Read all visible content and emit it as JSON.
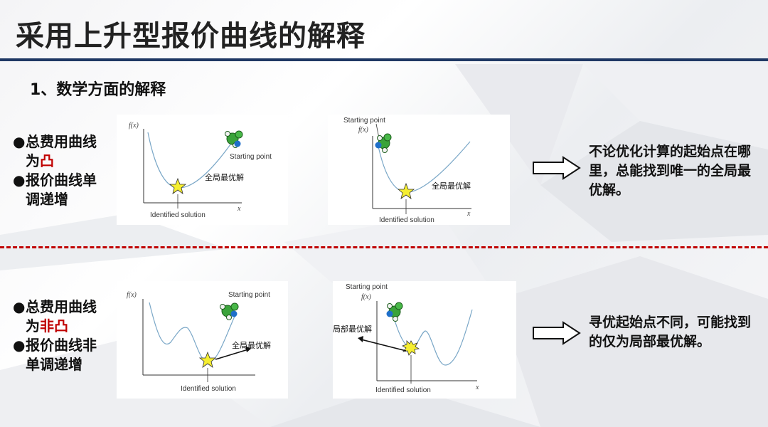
{
  "title": "采用上升型报价曲线的解释",
  "subtitle": "1、数学方面的解释",
  "colors": {
    "accent_red": "#c00000",
    "title_rule": "#1f3864",
    "curve": "#7aa7c7"
  },
  "section_top": {
    "bullets": [
      {
        "prefix": "总费用曲线为",
        "highlight": "凸"
      },
      {
        "prefix": "报价曲线单调递增",
        "highlight": ""
      }
    ],
    "panel_left": {
      "axis_y": "f(x)",
      "axis_x": "x",
      "starting_point": "Starting point",
      "global_opt": "全局最优解",
      "identified": "Identified solution"
    },
    "panel_right": {
      "axis_y": "f(x)",
      "axis_x": "x",
      "starting_point": "Starting point",
      "global_opt": "全局最优解",
      "identified": "Identified solution"
    },
    "arrow_icon": "hollow-right-arrow-icon",
    "conclusion": "不论优化计算的起始点在哪里，总能找到唯一的全局最优解。"
  },
  "section_bottom": {
    "bullets": [
      {
        "prefix": "总费用曲线为",
        "highlight": "非凸"
      },
      {
        "prefix": "报价曲线非单调递增",
        "highlight": ""
      }
    ],
    "panel_left": {
      "axis_y": "f(x)",
      "axis_x": "",
      "starting_point": "Starting point",
      "global_opt": "全局最优解",
      "identified": "Identified solution"
    },
    "panel_right": {
      "axis_y": "f(x)",
      "axis_x": "x",
      "starting_point": "Starting point",
      "local_opt": "局部最优解",
      "identified": "Identified solution"
    },
    "arrow_icon": "hollow-right-arrow-icon",
    "conclusion": "寻优起始点不同，可能找到的仅为局部最优解。"
  }
}
